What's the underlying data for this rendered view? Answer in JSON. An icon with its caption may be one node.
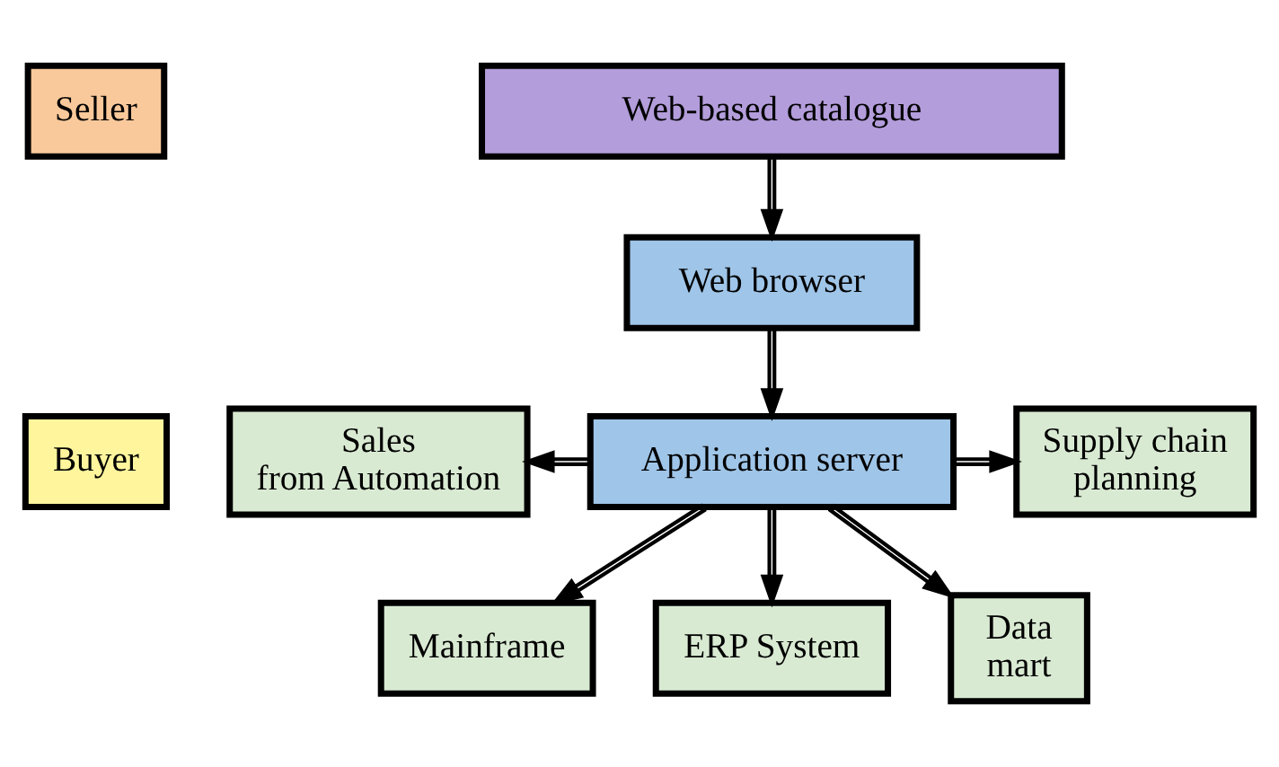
{
  "diagram": {
    "nodes": [
      {
        "text": [
          "Seller"
        ]
      },
      {
        "text": [
          "Web-based catalogue"
        ]
      },
      {
        "text": [
          "Web browser"
        ]
      },
      {
        "text": [
          "Buyer"
        ]
      },
      {
        "text": [
          "Sales from Automation"
        ]
      },
      {
        "text": [
          "Application server"
        ]
      },
      {
        "text": [
          "Supply chain planning"
        ]
      },
      {
        "text": [
          "Mainframe"
        ]
      },
      {
        "text": [
          "ERP System"
        ]
      },
      {
        "text": [
          "Data mart"
        ]
      }
    ],
    "edges": [
      {
        "from": 1,
        "to": 2,
        "arrow": "to"
      },
      {
        "from": 2,
        "to": 5,
        "arrow": "to"
      },
      {
        "from": 5,
        "to": 4,
        "arrow": "to"
      },
      {
        "from": 5,
        "to": 6,
        "arrow": "to"
      },
      {
        "from": 5,
        "to": 7,
        "arrow": "to"
      },
      {
        "from": 5,
        "to": 8,
        "arrow": "to"
      },
      {
        "from": 5,
        "to": 9,
        "arrow": "to"
      }
    ]
  }
}
